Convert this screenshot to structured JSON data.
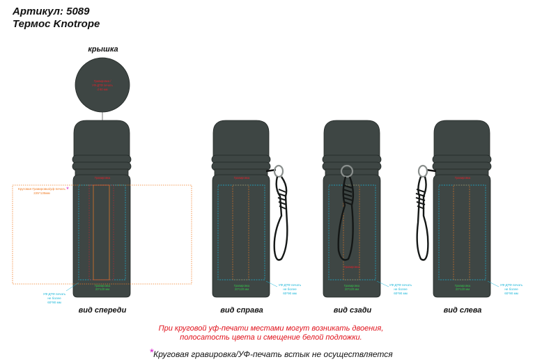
{
  "header": {
    "article": "Артикул: 5089",
    "product": "Термос Knotrope"
  },
  "lid_label": "крышка",
  "views": {
    "front": "вид спереди",
    "right": "вид справа",
    "back": "вид сзади",
    "left": "вид слева"
  },
  "print_zones": {
    "wrap_label": "Круговая Гравировка/уф-печать",
    "wrap_size": "225*135мм",
    "engraving_label": "Гравировка",
    "engraving_size": "20*120 мм",
    "uv_label": "УФ-ДТФ печать",
    "uv_sub": "не более",
    "uv_size": "60*90 мм",
    "lid_text": "Гравировка / УФ-ДТФ печать",
    "logo_text": "Гравировка"
  },
  "warning": {
    "line1": "При круговой уф-печати местами могут возникать двоения,",
    "line2": "полосатость цвета и смещение белой подложки."
  },
  "footnote": {
    "star": "*",
    "text": "Круговая гравировка/УФ-печать встык не осуществляется"
  },
  "colors": {
    "body": "#3e4644",
    "outline": "#202624",
    "warning": "#e0101a",
    "zone_cyan": "#19b6d8",
    "zone_orange": "#f07c25",
    "zone_green": "#35c24a",
    "star": "#d417c9"
  }
}
